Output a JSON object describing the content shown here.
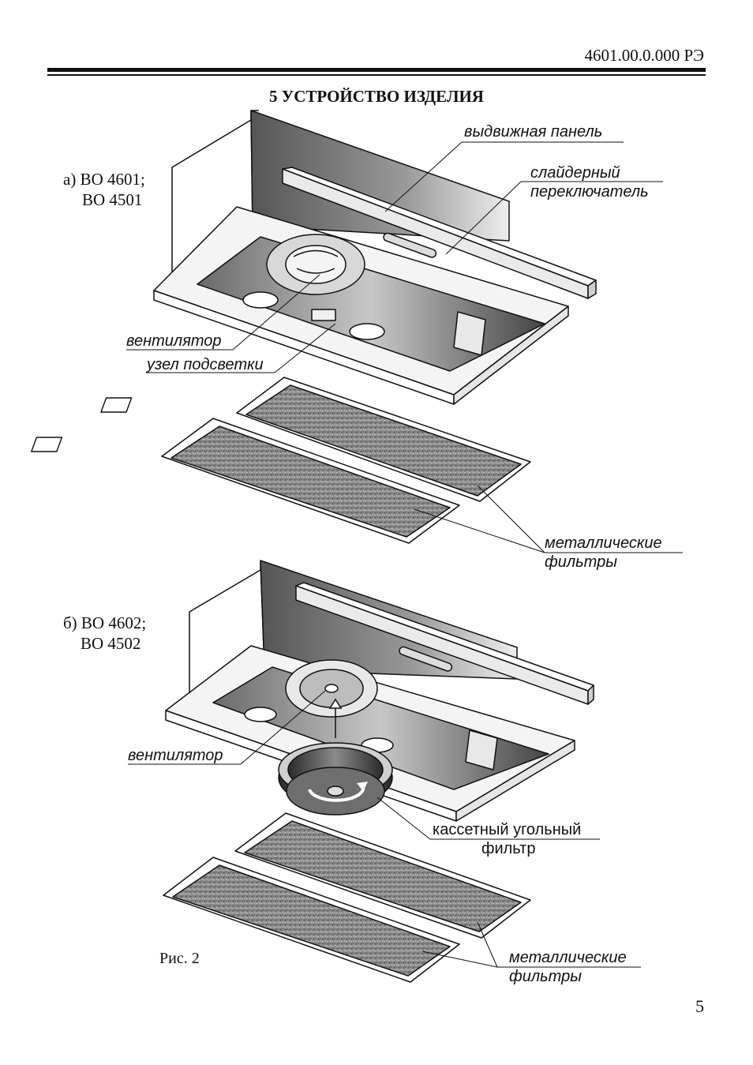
{
  "header": {
    "doc_code": "4601.00.0.000 РЭ"
  },
  "section_title": "5 УСТРОЙСТВО ИЗДЕЛИЯ",
  "figure_a": {
    "model_line1": "а) ВО 4601;",
    "model_line2": "ВО 4501",
    "labels": {
      "sliding_panel": "выдвижная панель",
      "slider_switch_1": "слайдерный",
      "slider_switch_2": "переключатель",
      "fan": "вентилятор",
      "lighting_unit": "узел подсветки",
      "metal_filters_1": "металлические",
      "metal_filters_2": "фильтры"
    }
  },
  "figure_b": {
    "model_line1": "б) ВО 4602;",
    "model_line2": "ВО 4502",
    "labels": {
      "fan": "вентилятор",
      "carbon_filter_1": "кассетный угольный",
      "carbon_filter_2": "фильтр",
      "metal_filters_1": "металлические",
      "metal_filters_2": "фильтры"
    }
  },
  "figure_caption": "Рис. 2",
  "page_number": "5"
}
